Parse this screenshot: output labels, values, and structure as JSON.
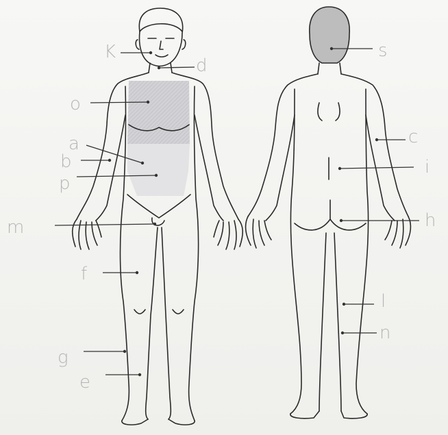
{
  "colors": {
    "background": "#f3f3f1",
    "outline": "#2a2a2a",
    "shade_chest": "#cfcfd2",
    "shade_abdomen": "#e2e2e4",
    "shade_head_back": "#bdbdbd",
    "label_text": "#b5b5b5"
  },
  "figures": [
    {
      "name": "front-view"
    },
    {
      "name": "back-view"
    }
  ],
  "labels": {
    "k": "K",
    "d": "d",
    "o": "o",
    "a": "a",
    "b": "b",
    "p": "p",
    "m": "m",
    "f": "f",
    "g": "g",
    "e": "e",
    "s": "s",
    "c": "c",
    "i": "i",
    "h": "h",
    "l": "l",
    "n": "n"
  }
}
